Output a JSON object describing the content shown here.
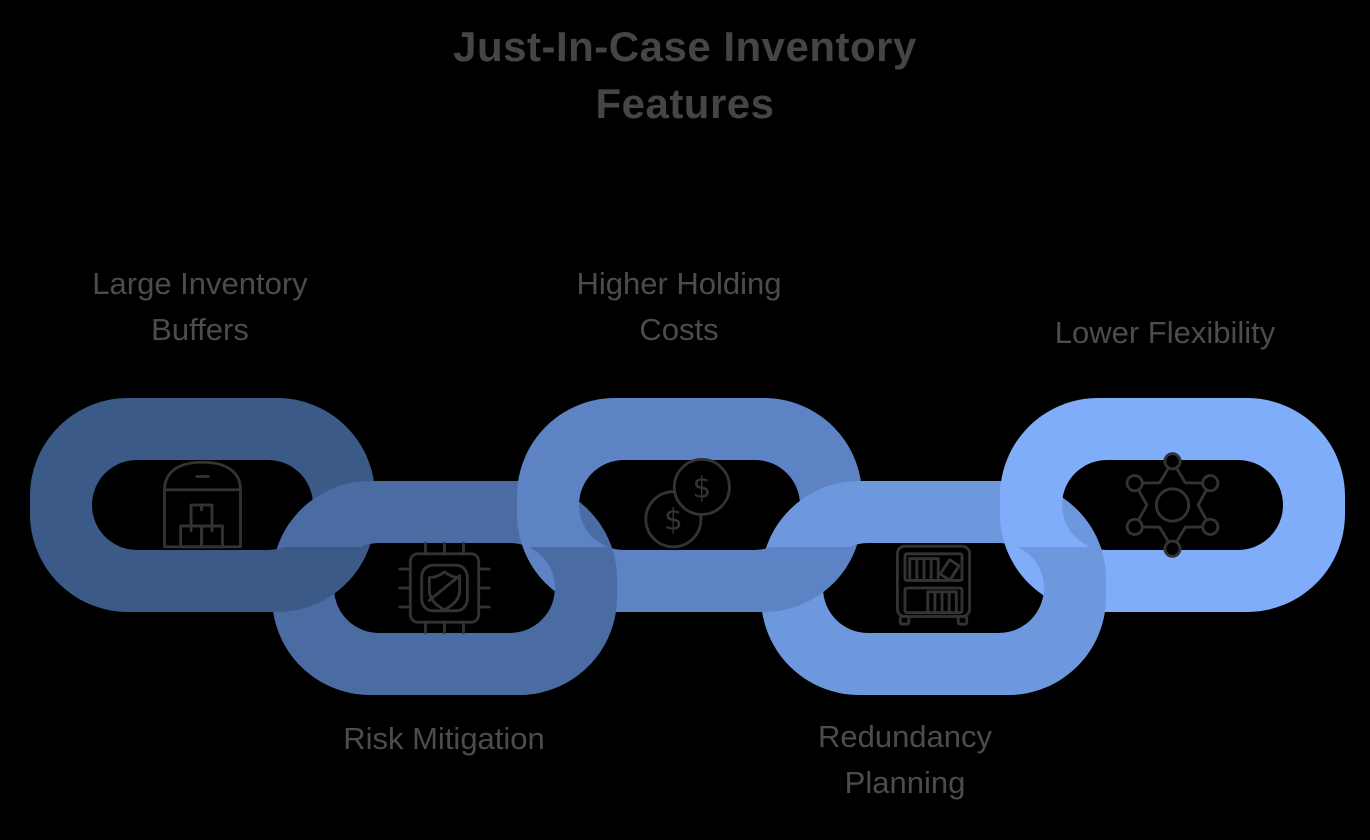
{
  "title": {
    "text": "Just-In-Case Inventory\nFeatures"
  },
  "colors": {
    "background": "#000000",
    "title_text": "#454545",
    "label_text": "#4c4c4c",
    "icon_stroke": "#333333"
  },
  "diagram": {
    "type": "interlocking-chain",
    "links": [
      {
        "label": "Large Inventory\nBuffers",
        "icon": "warehouse-icon",
        "color": "#3c5a87",
        "row": "top"
      },
      {
        "label": "Risk Mitigation",
        "icon": "chip-shield-icon",
        "color": "#4b6ca3",
        "row": "bottom"
      },
      {
        "label": "Higher Holding\nCosts",
        "icon": "dollar-coins-icon",
        "color": "#5d83c4",
        "row": "top"
      },
      {
        "label": "Redundancy\nPlanning",
        "icon": "bookshelf-icon",
        "color": "#6e98dd",
        "row": "bottom"
      },
      {
        "label": "Lower Flexibility",
        "icon": "network-hub-icon",
        "color": "#7fadfa",
        "row": "top"
      }
    ],
    "coin_symbol": "$"
  }
}
